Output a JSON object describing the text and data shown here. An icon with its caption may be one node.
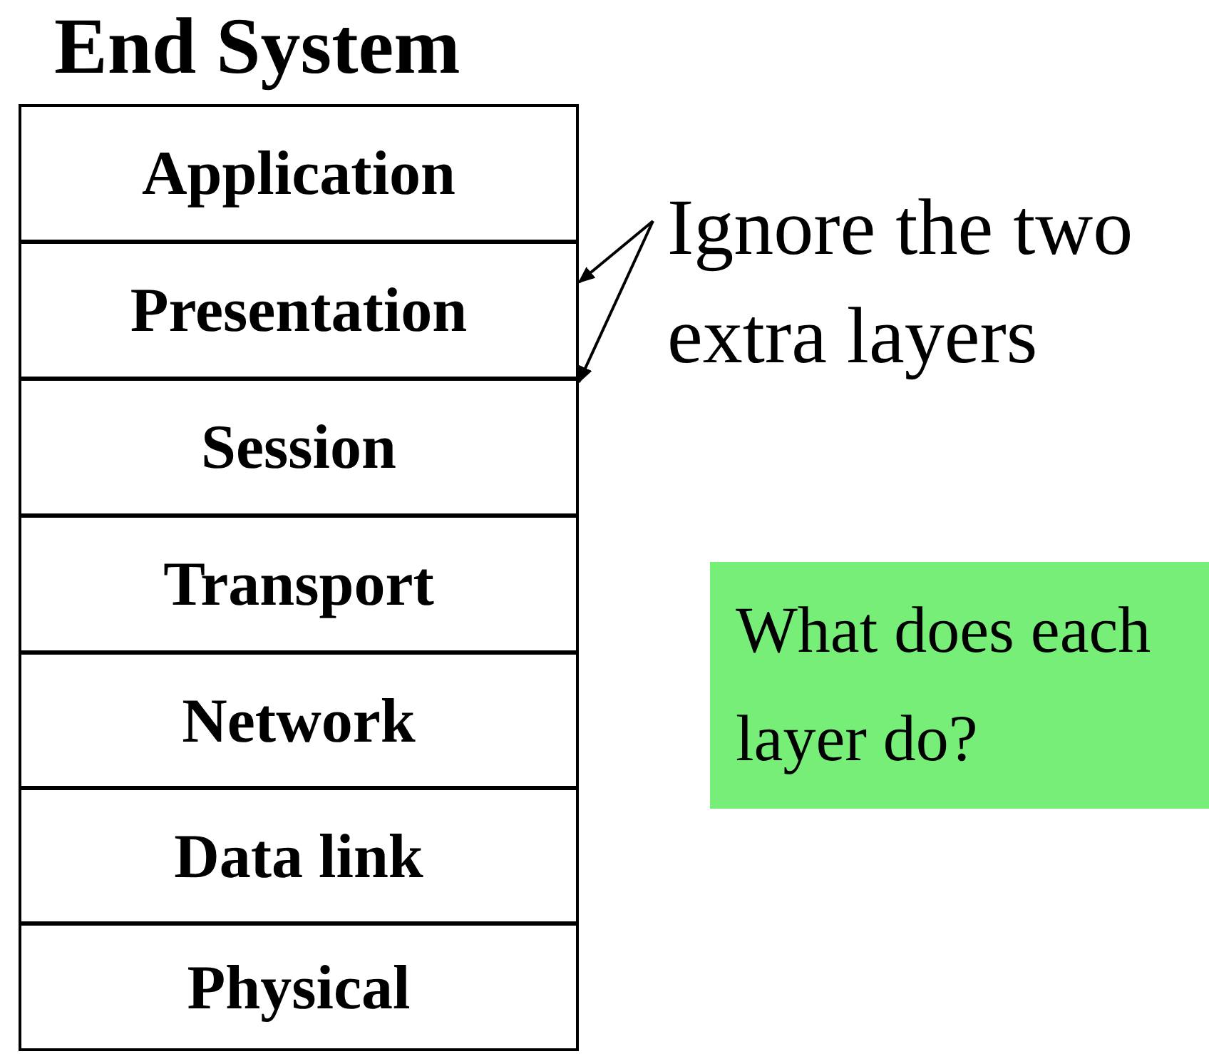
{
  "diagram": {
    "title": "End System",
    "nodes": [
      {
        "text": [
          "Application"
        ]
      },
      {
        "text": [
          "Presentation"
        ]
      },
      {
        "text": [
          "Session"
        ]
      },
      {
        "text": [
          "Transport"
        ]
      },
      {
        "text": [
          "Network"
        ]
      },
      {
        "text": [
          "Data link"
        ]
      },
      {
        "text": [
          "Physical"
        ]
      },
      {
        "text": [
          "Ignore the two extra layers"
        ]
      },
      {
        "text": [
          "What does each layer do?"
        ]
      }
    ],
    "edges": [
      {
        "from": 7,
        "to": 1,
        "arrow": "to"
      },
      {
        "from": 7,
        "to": 2,
        "arrow": "to"
      }
    ]
  }
}
